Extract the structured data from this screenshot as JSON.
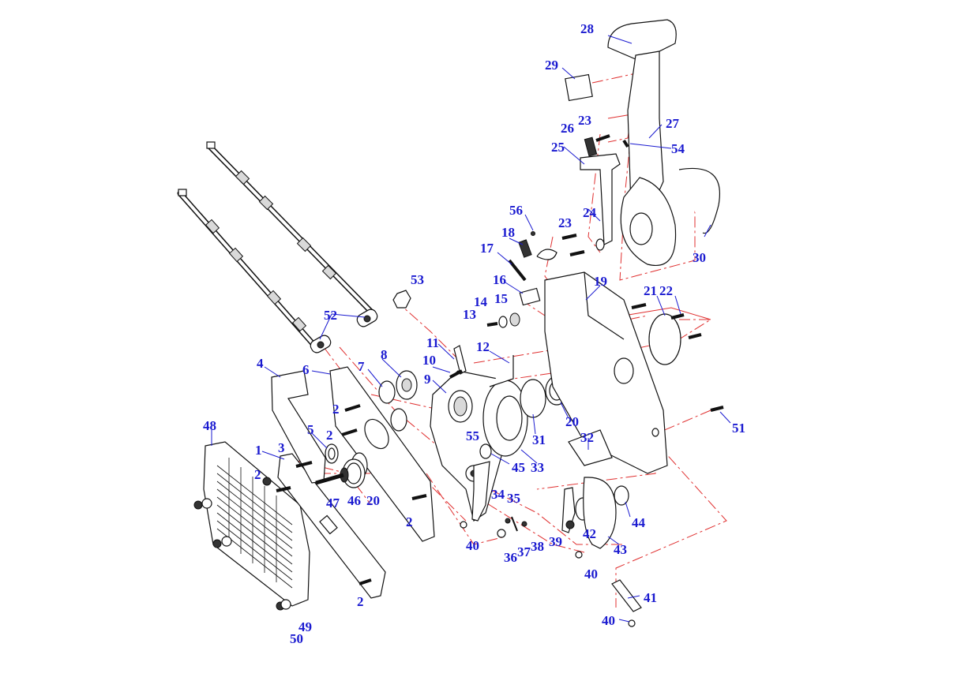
{
  "diagram": {
    "callouts": [
      {
        "id": "c1",
        "text": "1"
      },
      {
        "id": "c2a",
        "text": "2"
      },
      {
        "id": "c2b",
        "text": "2"
      },
      {
        "id": "c2c",
        "text": "2"
      },
      {
        "id": "c2d",
        "text": "2"
      },
      {
        "id": "c2e",
        "text": "2"
      },
      {
        "id": "c3",
        "text": "3"
      },
      {
        "id": "c4",
        "text": "4"
      },
      {
        "id": "c5",
        "text": "5"
      },
      {
        "id": "c6",
        "text": "6"
      },
      {
        "id": "c7",
        "text": "7"
      },
      {
        "id": "c8",
        "text": "8"
      },
      {
        "id": "c9",
        "text": "9"
      },
      {
        "id": "c10",
        "text": "10"
      },
      {
        "id": "c11",
        "text": "11"
      },
      {
        "id": "c12",
        "text": "12"
      },
      {
        "id": "c13",
        "text": "13"
      },
      {
        "id": "c14",
        "text": "14"
      },
      {
        "id": "c15",
        "text": "15"
      },
      {
        "id": "c16",
        "text": "16"
      },
      {
        "id": "c17",
        "text": "17"
      },
      {
        "id": "c18",
        "text": "18"
      },
      {
        "id": "c19",
        "text": "19"
      },
      {
        "id": "c20a",
        "text": "20"
      },
      {
        "id": "c20b",
        "text": "20"
      },
      {
        "id": "c21",
        "text": "21"
      },
      {
        "id": "c22",
        "text": "22"
      },
      {
        "id": "c23a",
        "text": "23"
      },
      {
        "id": "c23b",
        "text": "23"
      },
      {
        "id": "c24",
        "text": "24"
      },
      {
        "id": "c25",
        "text": "25"
      },
      {
        "id": "c26",
        "text": "26"
      },
      {
        "id": "c27",
        "text": "27"
      },
      {
        "id": "c28",
        "text": "28"
      },
      {
        "id": "c29",
        "text": "29"
      },
      {
        "id": "c30",
        "text": "30"
      },
      {
        "id": "c31",
        "text": "31"
      },
      {
        "id": "c32",
        "text": "32"
      },
      {
        "id": "c33",
        "text": "33"
      },
      {
        "id": "c34",
        "text": "34"
      },
      {
        "id": "c35",
        "text": "35"
      },
      {
        "id": "c36",
        "text": "36"
      },
      {
        "id": "c37",
        "text": "37"
      },
      {
        "id": "c38",
        "text": "38"
      },
      {
        "id": "c39",
        "text": "39"
      },
      {
        "id": "c40a",
        "text": "40"
      },
      {
        "id": "c40b",
        "text": "40"
      },
      {
        "id": "c40c",
        "text": "40"
      },
      {
        "id": "c41",
        "text": "41"
      },
      {
        "id": "c42",
        "text": "42"
      },
      {
        "id": "c43",
        "text": "43"
      },
      {
        "id": "c44",
        "text": "44"
      },
      {
        "id": "c45",
        "text": "45"
      },
      {
        "id": "c46",
        "text": "46"
      },
      {
        "id": "c47",
        "text": "47"
      },
      {
        "id": "c48",
        "text": "48"
      },
      {
        "id": "c49",
        "text": "49"
      },
      {
        "id": "c50",
        "text": "50"
      },
      {
        "id": "c51",
        "text": "51"
      },
      {
        "id": "c52",
        "text": "52"
      },
      {
        "id": "c53",
        "text": "53"
      },
      {
        "id": "c54",
        "text": "54"
      },
      {
        "id": "c55",
        "text": "55"
      },
      {
        "id": "c56",
        "text": "56"
      }
    ],
    "colors": {
      "callout": "#1a1ad0",
      "assembly_line": "#e03030",
      "part_outline": "#111111",
      "background": "#ffffff"
    }
  }
}
